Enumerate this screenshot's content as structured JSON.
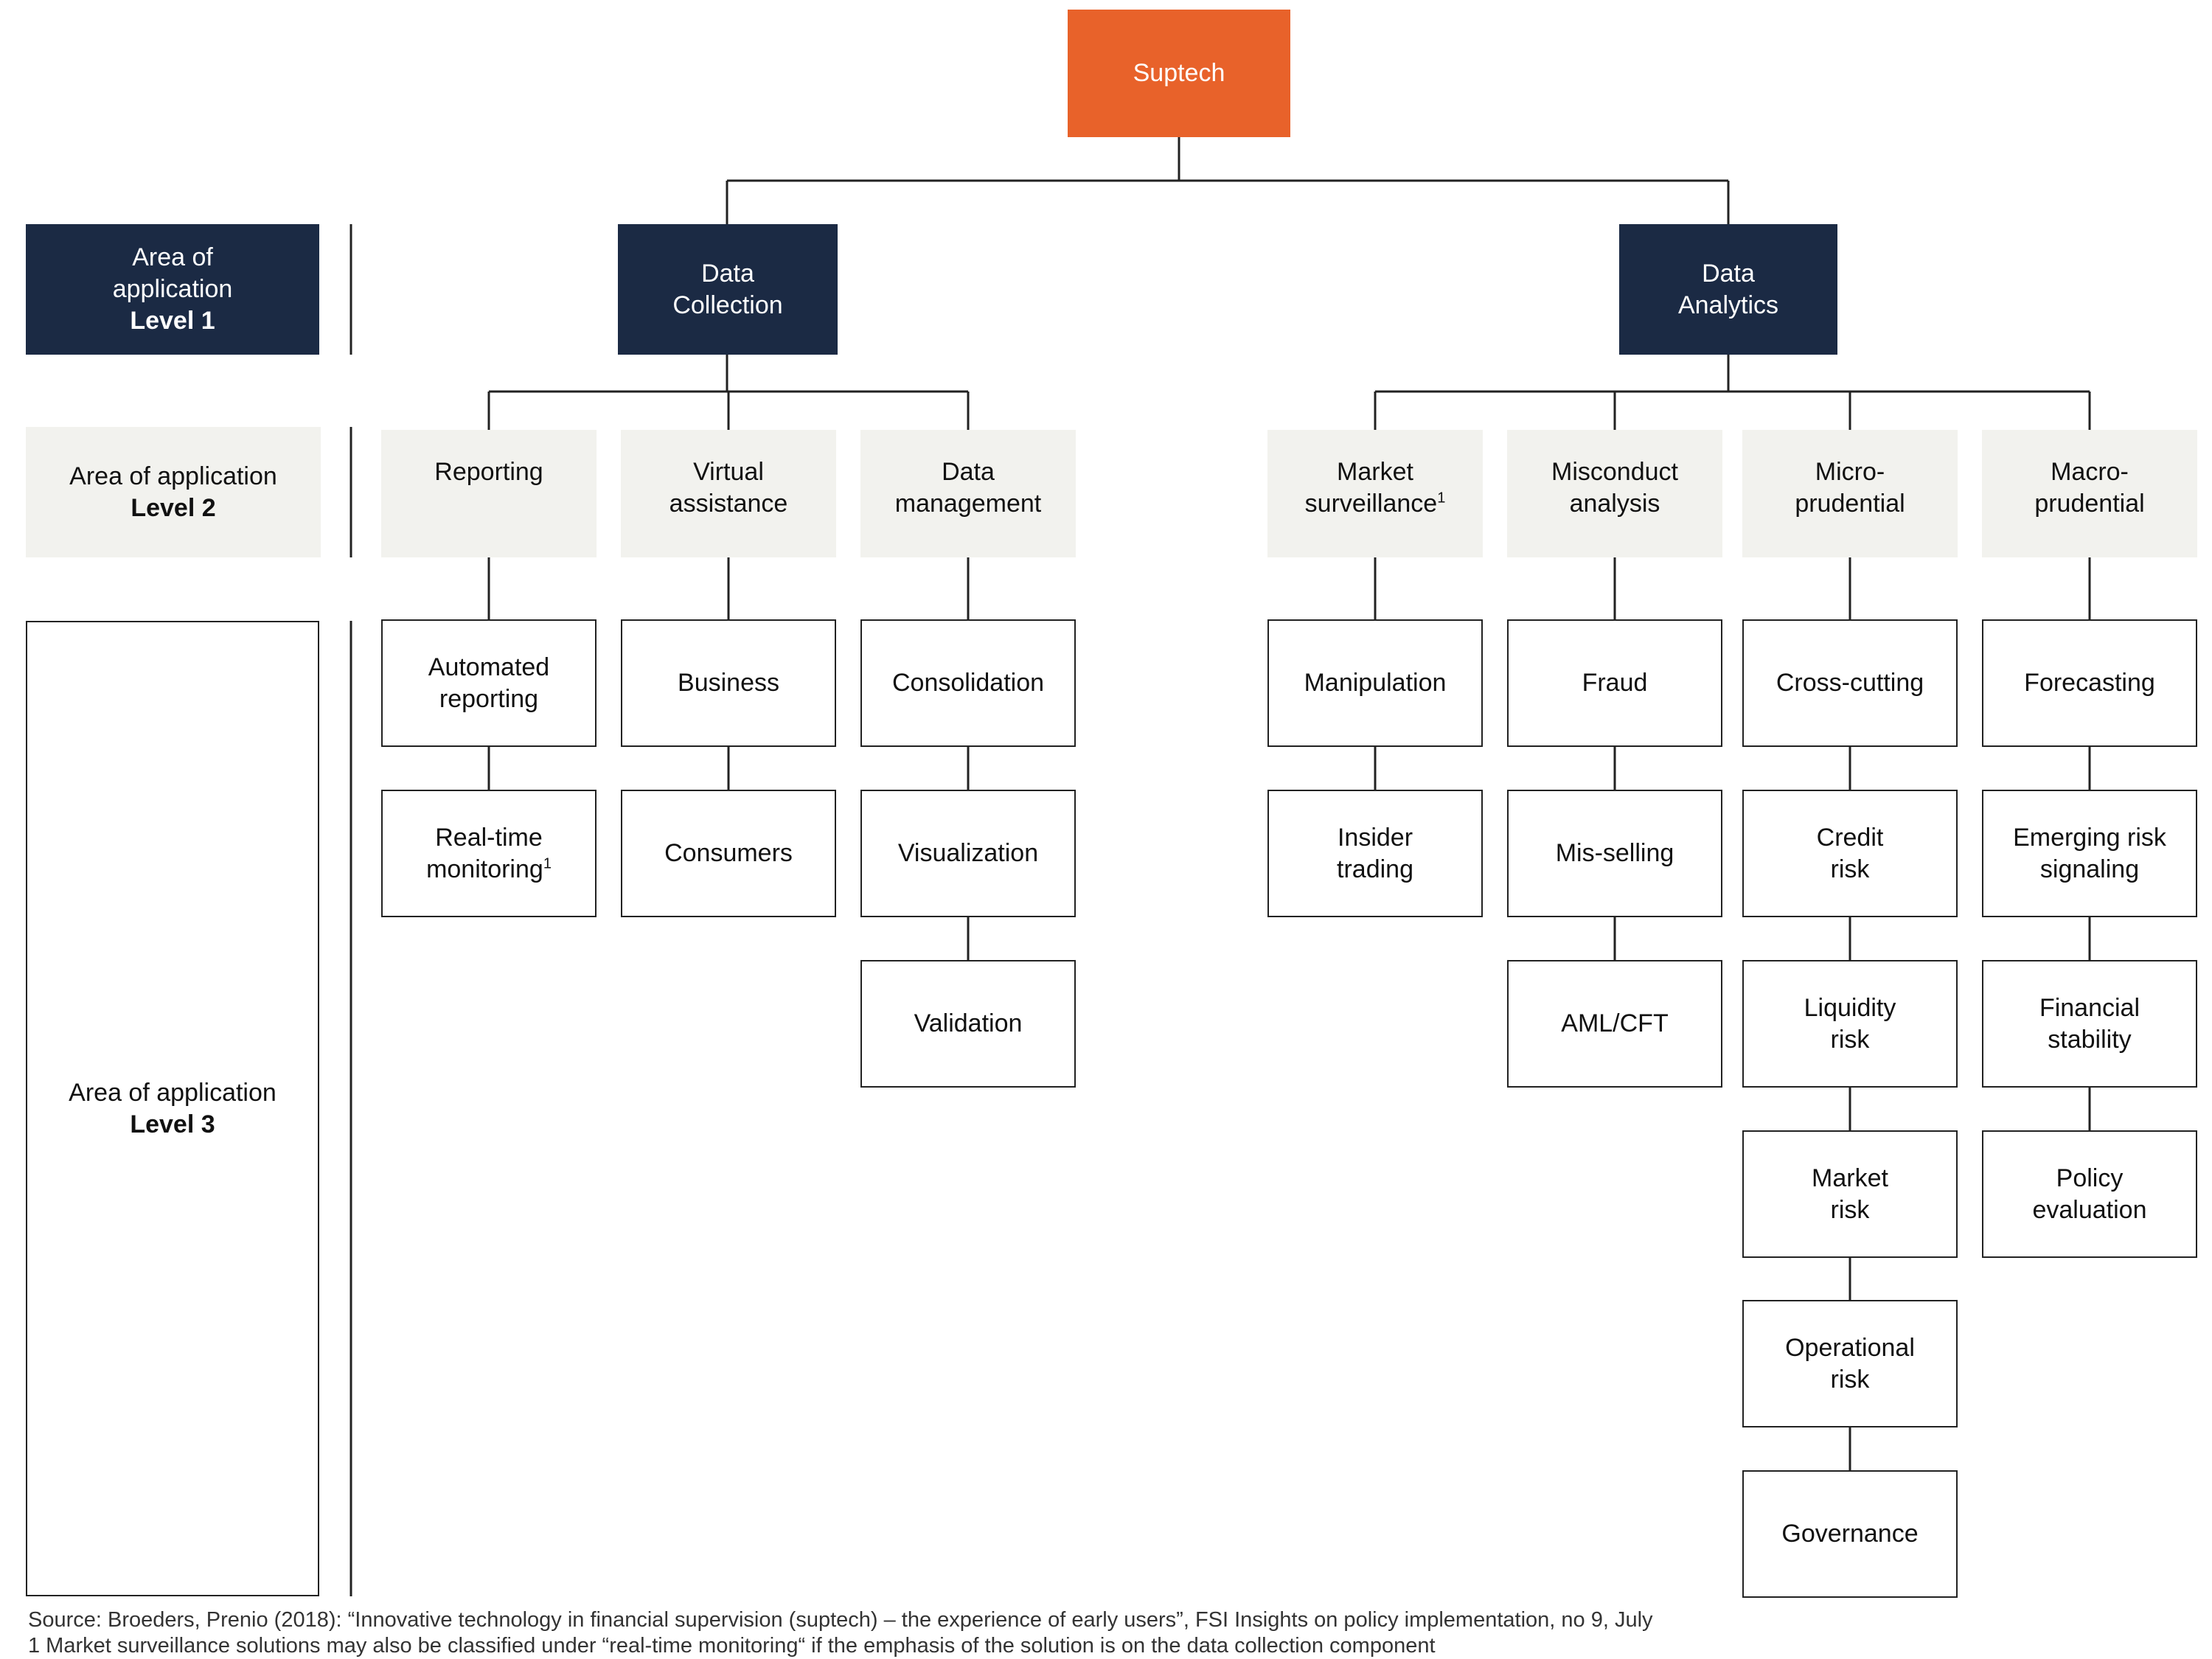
{
  "root": {
    "label": "Suptech"
  },
  "row_labels": {
    "level1": {
      "text": "Area of\napplication",
      "level": "Level 1"
    },
    "level2": {
      "text": "Area of application",
      "level": "Level 2"
    },
    "level3": {
      "text": "Area of application",
      "level": "Level 3"
    }
  },
  "level1": [
    {
      "label": "Data\nCollection"
    },
    {
      "label": "Data\nAnalytics"
    }
  ],
  "level2": [
    {
      "label": "Reporting",
      "sup": "",
      "items": [
        {
          "label": "Automated\nreporting",
          "sup": ""
        },
        {
          "label": "Real-time\nmonitoring",
          "sup": "1"
        }
      ]
    },
    {
      "label": "Virtual\nassistance",
      "sup": "",
      "items": [
        {
          "label": "Business",
          "sup": ""
        },
        {
          "label": "Consumers",
          "sup": ""
        }
      ]
    },
    {
      "label": "Data\nmanagement",
      "sup": "",
      "items": [
        {
          "label": "Consolidation",
          "sup": ""
        },
        {
          "label": "Visualization",
          "sup": ""
        },
        {
          "label": "Validation",
          "sup": ""
        }
      ]
    },
    {
      "label": "Market\nsurveillance",
      "sup": "1",
      "items": [
        {
          "label": "Manipulation",
          "sup": ""
        },
        {
          "label": "Insider\ntrading",
          "sup": ""
        }
      ]
    },
    {
      "label": "Misconduct\nanalysis",
      "sup": "",
      "items": [
        {
          "label": "Fraud",
          "sup": ""
        },
        {
          "label": "Mis-selling",
          "sup": ""
        },
        {
          "label": "AML/CFT",
          "sup": ""
        }
      ]
    },
    {
      "label": "Micro-\nprudential",
      "sup": "",
      "items": [
        {
          "label": "Cross-cutting",
          "sup": ""
        },
        {
          "label": "Credit\nrisk",
          "sup": ""
        },
        {
          "label": "Liquidity\nrisk",
          "sup": ""
        },
        {
          "label": "Market\nrisk",
          "sup": ""
        },
        {
          "label": "Operational\nrisk",
          "sup": ""
        },
        {
          "label": "Governance",
          "sup": ""
        }
      ]
    },
    {
      "label": "Macro-\nprudential",
      "sup": "",
      "items": [
        {
          "label": "Forecasting",
          "sup": ""
        },
        {
          "label": "Emerging risk\nsignaling",
          "sup": ""
        },
        {
          "label": "Financial\nstability",
          "sup": ""
        },
        {
          "label": "Policy\nevaluation",
          "sup": ""
        }
      ]
    }
  ],
  "footer": {
    "source": "Source: Broeders, Prenio (2018): “Innovative technology in financial supervision (suptech) – the experience of early users”, FSI Insights on policy implementation, no 9, July",
    "note": "1 Market surveillance solutions may also be classified under “real-time monitoring“ if the emphasis of the solution is on the data collection component"
  },
  "colors": {
    "root": "#E8622A",
    "level1": "#1B2A44",
    "level2": "#F2F2EE"
  }
}
